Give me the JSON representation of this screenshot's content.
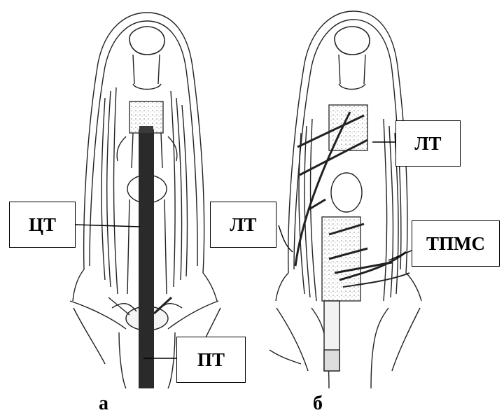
{
  "figure": {
    "panels": [
      {
        "caption": "а",
        "labels": [
          "ЦТ",
          "ПТ"
        ]
      },
      {
        "caption": "б",
        "labels": [
          "ЛТ",
          "ЛТ",
          "ТПМС"
        ]
      }
    ]
  },
  "labels": {
    "ct": "ЦТ",
    "pt": "ПТ",
    "lt_top": "ЛТ",
    "lt_left": "ЛТ",
    "tpms": "ТПМС"
  },
  "captions": {
    "a": "а",
    "b": "б"
  }
}
